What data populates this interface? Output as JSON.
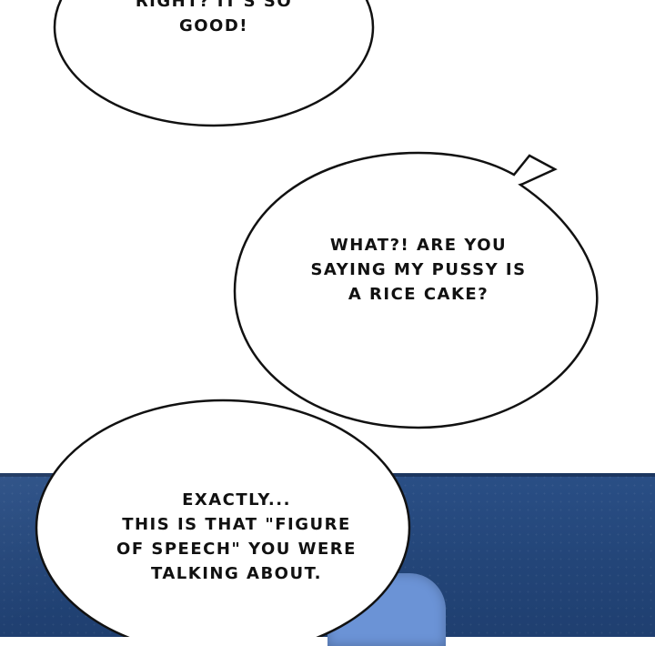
{
  "bubbles": [
    {
      "text": "RIGHT? IT'S SO\nGOOD!"
    },
    {
      "text": "WHAT?! ARE YOU\nSAYING MY PUSSY IS\nA RICE CAKE?"
    },
    {
      "text": "EXACTLY...\nTHIS IS THAT \"FIGURE\nOF SPEECH\" YOU WERE\nTALKING ABOUT."
    }
  ],
  "colors": {
    "background": "#ffffff",
    "bubble_fill": "#ffffff",
    "bubble_outline": "#111111",
    "blue_backdrop": "#234578",
    "jacket": "#6b93d6"
  }
}
